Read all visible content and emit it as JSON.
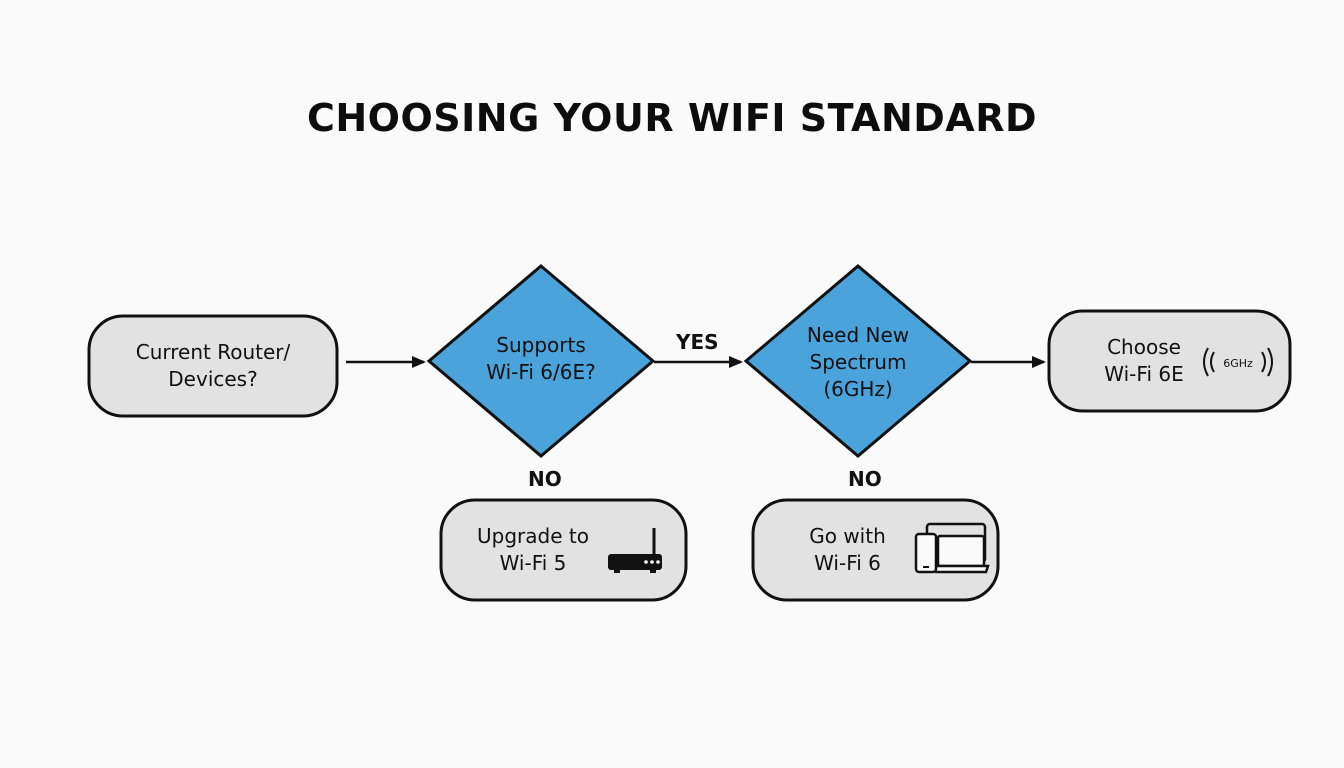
{
  "title": "CHOOSING YOUR WIFI STANDARD",
  "nodes": {
    "start": {
      "line1": "Current Router/",
      "line2": "Devices?"
    },
    "decision_support": {
      "line1": "Supports",
      "line2": "Wi-Fi 6/6E?"
    },
    "decision_spectrum": {
      "line1": "Need New",
      "line2": "Spectrum",
      "line3": "(6GHz)"
    },
    "result_6e": {
      "line1": "Choose",
      "line2": "Wi-Fi 6E",
      "icon": "wifi-6ghz-icon",
      "icon_label": "6GHz"
    },
    "result_wifi5": {
      "line1": "Upgrade to",
      "line2": "Wi-Fi 5",
      "icon": "router-icon"
    },
    "result_wifi6": {
      "line1": "Go with",
      "line2": "Wi-Fi 6",
      "icon": "devices-icon"
    }
  },
  "edges": {
    "yes_label": "YES",
    "no_label_1": "NO",
    "no_label_2": "NO"
  },
  "colors": {
    "decision_fill": "#4ba3dc",
    "terminal_fill": "#e2e2e2",
    "stroke": "#111111",
    "background": "#fafafa"
  }
}
